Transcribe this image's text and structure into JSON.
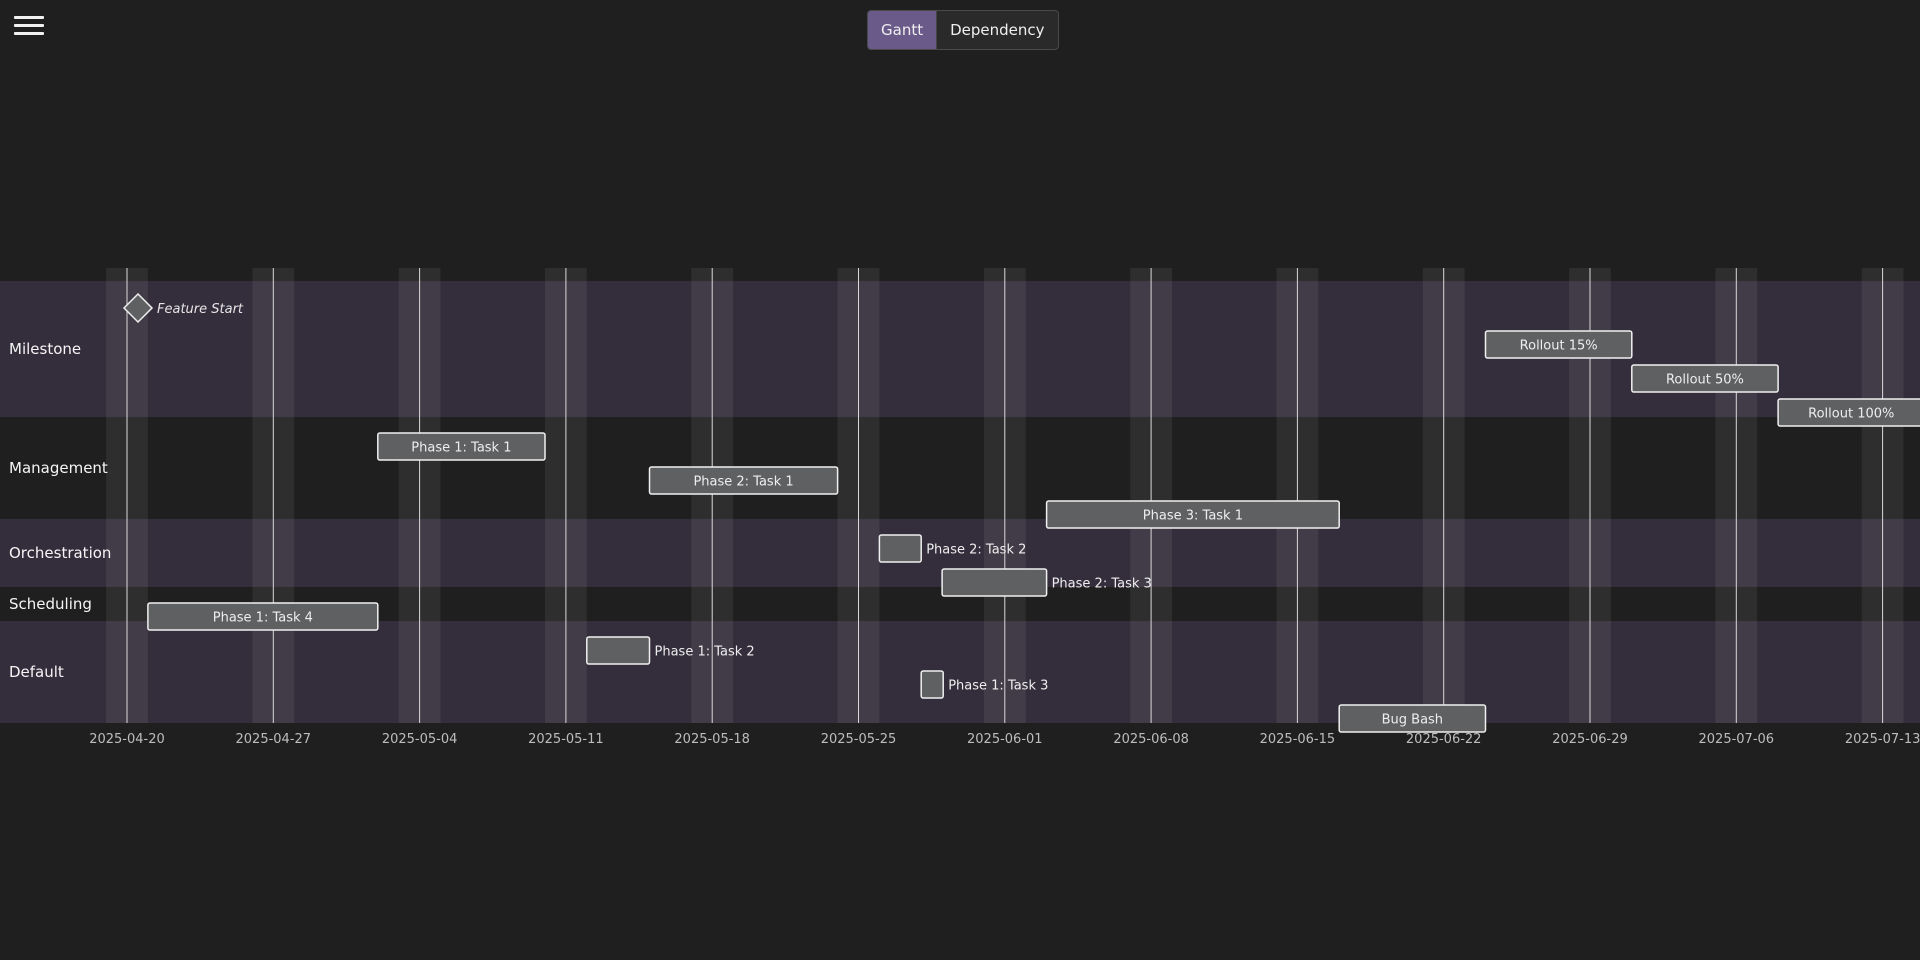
{
  "header": {
    "menu_icon": "hamburger-menu-icon",
    "view_toggle": [
      {
        "label": "Gantt",
        "active": true
      },
      {
        "label": "Dependency",
        "active": false
      }
    ]
  },
  "colors": {
    "background": "#1f1f1f",
    "band_alt": "#342e3c",
    "weekend": "#3a3a3a",
    "bar_fill": "#5e6062",
    "bar_stroke": "#f0f0f0",
    "toggle_active": "#6a5a8a"
  },
  "chart_data": {
    "type": "gantt",
    "x_axis": {
      "range": [
        "2025-04-20",
        "2025-07-13"
      ],
      "ticks": [
        "2025-04-20",
        "2025-04-27",
        "2025-05-04",
        "2025-05-11",
        "2025-05-18",
        "2025-05-25",
        "2025-06-01",
        "2025-06-08",
        "2025-06-15",
        "2025-06-22",
        "2025-06-29",
        "2025-07-06",
        "2025-07-13"
      ]
    },
    "groups": [
      "Milestone",
      "Management",
      "Orchestration",
      "Scheduling",
      "Default"
    ],
    "tasks": [
      {
        "name": "Feature Start",
        "group": "Milestone",
        "start": "2025-04-20",
        "end": "2025-04-20",
        "milestone": true
      },
      {
        "name": "Rollout 15%",
        "group": "Milestone",
        "start": "2025-06-24",
        "end": "2025-07-01"
      },
      {
        "name": "Rollout 50%",
        "group": "Milestone",
        "start": "2025-07-01",
        "end": "2025-07-08"
      },
      {
        "name": "Rollout 100%",
        "group": "Milestone",
        "start": "2025-07-08",
        "end": "2025-07-15"
      },
      {
        "name": "Phase 1: Task 1",
        "group": "Management",
        "start": "2025-05-02",
        "end": "2025-05-10"
      },
      {
        "name": "Phase 2: Task 1",
        "group": "Management",
        "start": "2025-05-15",
        "end": "2025-05-24"
      },
      {
        "name": "Phase 3: Task 1",
        "group": "Management",
        "start": "2025-06-03",
        "end": "2025-06-17"
      },
      {
        "name": "Phase 2: Task 2",
        "group": "Orchestration",
        "start": "2025-05-26",
        "end": "2025-05-28"
      },
      {
        "name": "Phase 2: Task 3",
        "group": "Orchestration",
        "start": "2025-05-29",
        "end": "2025-06-03"
      },
      {
        "name": "Phase 1: Task 4",
        "group": "Scheduling",
        "start": "2025-04-21",
        "end": "2025-05-02"
      },
      {
        "name": "Phase 1: Task 2",
        "group": "Default",
        "start": "2025-05-12",
        "end": "2025-05-15"
      },
      {
        "name": "Phase 1: Task 3",
        "group": "Default",
        "start": "2025-05-28",
        "end": "2025-05-29"
      },
      {
        "name": "Bug Bash",
        "group": "Default",
        "start": "2025-06-17",
        "end": "2025-06-24"
      }
    ]
  }
}
